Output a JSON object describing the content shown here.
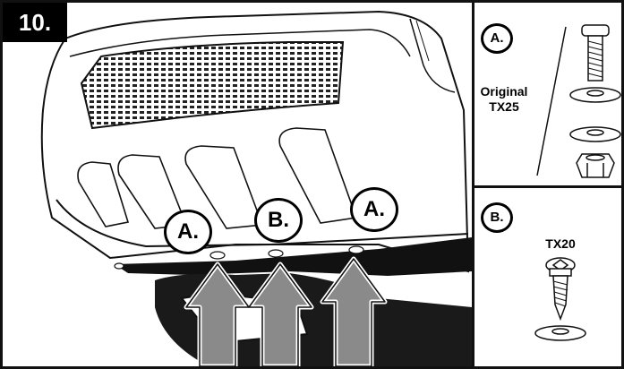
{
  "step": {
    "number": "10."
  },
  "main": {
    "callouts": [
      "A.",
      "B.",
      "A."
    ]
  },
  "panel_a": {
    "callout": "A.",
    "label_line1": "Original",
    "label_line2": "TX25",
    "icons": [
      "screw-icon",
      "washer-icon",
      "washer-icon",
      "nut-icon"
    ]
  },
  "panel_b": {
    "callout": "B.",
    "label": "TX20",
    "icons": [
      "screw-icon",
      "washer-icon"
    ]
  },
  "colors": {
    "line": "#111111",
    "arrow_fill": "#8a8a8a",
    "shadow": "#000000"
  }
}
